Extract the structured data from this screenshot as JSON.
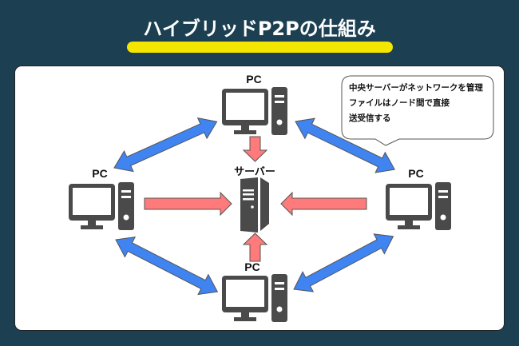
{
  "title": "ハイブリッドP2Pの仕組み",
  "colors": {
    "background": "#1c3f52",
    "title_underline": "#f3e600",
    "blue_arrow": "#3f84f0",
    "red_arrow": "#ff7a7a",
    "icon": "#4a4a4a"
  },
  "nodes": {
    "top_pc": "PC",
    "left_pc": "PC",
    "right_pc": "PC",
    "bottom_pc": "PC",
    "server": "サーバー"
  },
  "callout": {
    "lines": [
      "中央サーバーがネットワークを管理",
      "ファイルはノード間で直接",
      "送受信する"
    ]
  },
  "edges": [
    {
      "from": "top_pc",
      "to": "server",
      "type": "one-way",
      "color": "red"
    },
    {
      "from": "left_pc",
      "to": "server",
      "type": "one-way",
      "color": "red"
    },
    {
      "from": "right_pc",
      "to": "server",
      "type": "one-way",
      "color": "red"
    },
    {
      "from": "bottom_pc",
      "to": "server",
      "type": "one-way",
      "color": "red"
    },
    {
      "from": "top_pc",
      "to": "left_pc",
      "type": "two-way",
      "color": "blue"
    },
    {
      "from": "top_pc",
      "to": "right_pc",
      "type": "two-way",
      "color": "blue"
    },
    {
      "from": "bottom_pc",
      "to": "left_pc",
      "type": "two-way",
      "color": "blue"
    },
    {
      "from": "bottom_pc",
      "to": "right_pc",
      "type": "two-way",
      "color": "blue"
    }
  ]
}
